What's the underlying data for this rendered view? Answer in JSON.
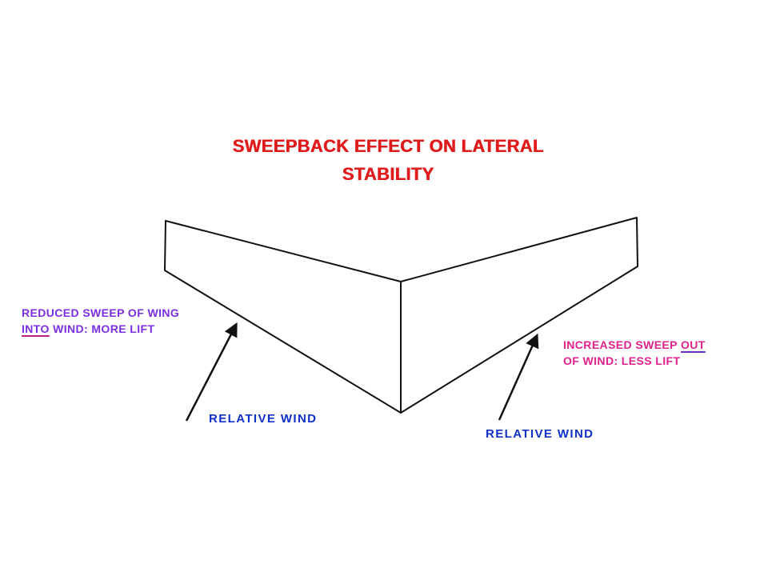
{
  "title": {
    "line1": "SWEEPBACK EFFECT ON LATERAL",
    "line2": "STABILITY"
  },
  "left_note": {
    "line1": "REDUCED SWEEP OF WING",
    "line2_emphasis": "INTO",
    "line2_rest": " WIND: MORE LIFT"
  },
  "right_note": {
    "line1_prefix": "INCREASED SWEEP ",
    "line1_emphasis": "OUT",
    "line2": "OF WIND: LESS LIFT"
  },
  "left_wind_label": "RELATIVE WIND",
  "right_wind_label": "RELATIVE WIND",
  "colors": {
    "title": "#e01b1b",
    "left_note": "#7a2ee0",
    "left_note_underline": "#c0208a",
    "right_note": "#e0208c",
    "right_note_underline": "#6a2ec8",
    "wind_label": "#1030c8",
    "drawing": "#111111"
  }
}
